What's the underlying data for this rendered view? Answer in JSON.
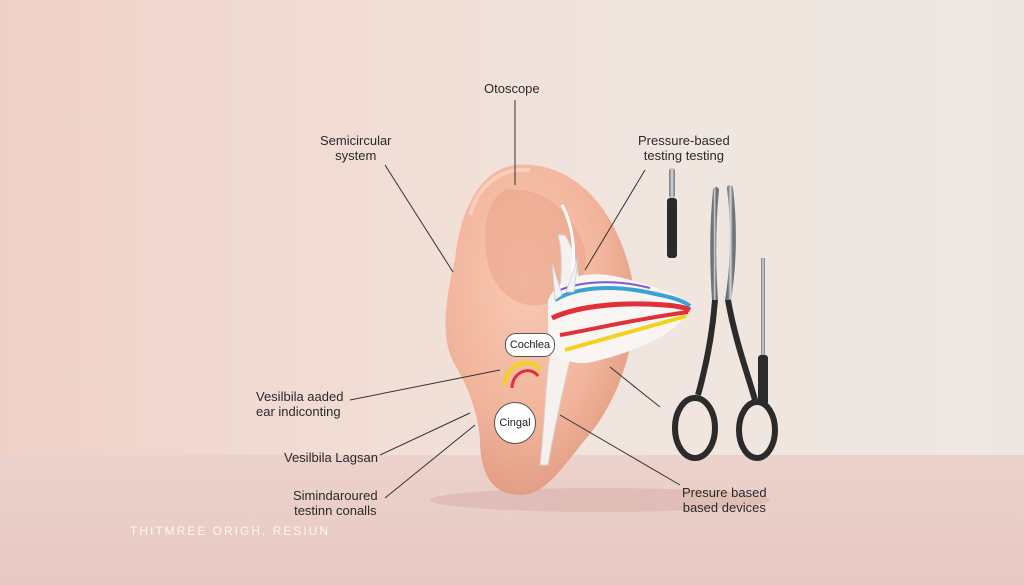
{
  "labels": {
    "otoscope": "Otoscope",
    "semicircular_1": "Semicircular",
    "semicircular_2": "system",
    "pressure_testing_1": "Pressure-based",
    "pressure_testing_2": "testing testing",
    "cochlea": "Cochlea",
    "vestibular_1": "Vesilbila aaded",
    "vestibular_2": "ear indiconting",
    "cingal": "Cingal",
    "vestibula_lagsan": "Vesilbila Lagsan",
    "simindaroured_1": "Simindaroured",
    "simindaroured_2": "testinn conalls",
    "pressure_devices_1": "Presure based",
    "pressure_devices_2": "based devices"
  },
  "watermark": "THITMREE ORIGH, RESIUN",
  "colors": {
    "ear_skin": "#f2b59c",
    "ear_shadow": "#e39a82",
    "stripe_red": "#e0303a",
    "stripe_blue": "#3aa3d6",
    "stripe_yellow": "#f2d21c",
    "tool_metal": "#9aa0a5",
    "tool_dark": "#2b2b2b"
  }
}
